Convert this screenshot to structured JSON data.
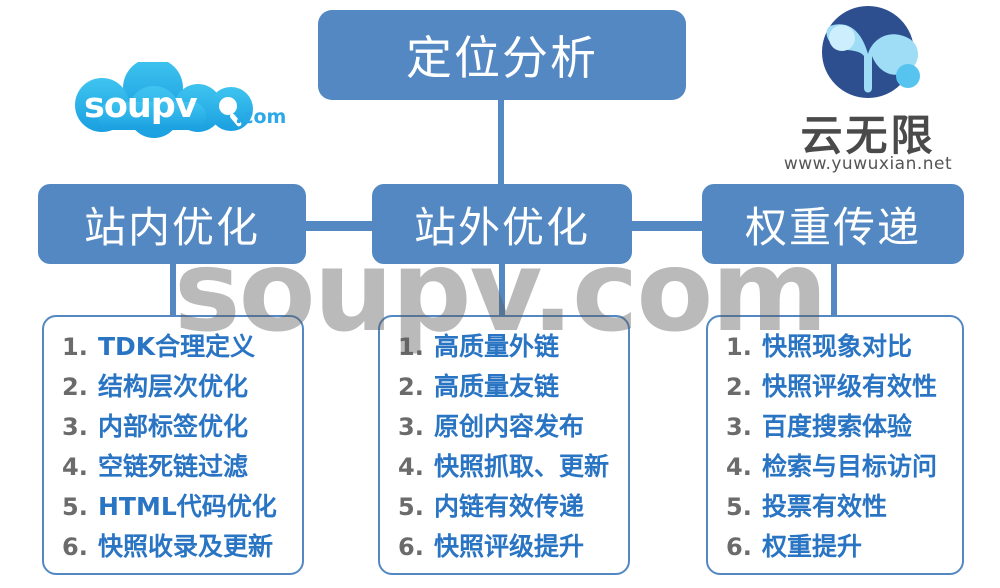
{
  "diagram": {
    "root": {
      "label": "定位分析"
    },
    "branches": [
      {
        "label": "站内优化"
      },
      {
        "label": "站外优化"
      },
      {
        "label": "权重传递"
      }
    ],
    "columns": [
      {
        "title": "站内优化",
        "items": [
          {
            "num": "1.",
            "text": "TDK合理定义"
          },
          {
            "num": "2.",
            "text": "结构层次优化"
          },
          {
            "num": "3.",
            "text": "内部标签优化"
          },
          {
            "num": "4.",
            "text": "空链死链过滤"
          },
          {
            "num": "5.",
            "text": "HTML代码优化"
          },
          {
            "num": "6.",
            "text": "快照收录及更新"
          }
        ]
      },
      {
        "title": "站外优化",
        "items": [
          {
            "num": "1.",
            "text": "高质量外链"
          },
          {
            "num": "2.",
            "text": "高质量友链"
          },
          {
            "num": "3.",
            "text": "原创内容发布"
          },
          {
            "num": "4.",
            "text": "快照抓取、更新"
          },
          {
            "num": "5.",
            "text": "内链有效传递"
          },
          {
            "num": "6.",
            "text": "快照评级提升"
          }
        ]
      },
      {
        "title": "权重传递",
        "items": [
          {
            "num": "1.",
            "text": "快照现象对比"
          },
          {
            "num": "2.",
            "text": "快照评级有效性"
          },
          {
            "num": "3.",
            "text": "百度搜索体验"
          },
          {
            "num": "4.",
            "text": "检索与目标访问"
          },
          {
            "num": "5.",
            "text": "投票有效性"
          },
          {
            "num": "6.",
            "text": "权重提升"
          }
        ]
      }
    ]
  },
  "watermark": {
    "text": "soupv.com"
  },
  "logo_left": {
    "wordmark": "soupv",
    "suffix": ".com",
    "cloud_color": "#31b6ec",
    "accent_color": "#2aa8e8"
  },
  "logo_right": {
    "name": "云无限",
    "url": "www.yuwuxian.net",
    "mark_dark": "#2e4f8f",
    "mark_light": "#8fd4f2"
  },
  "colors": {
    "box_blue": "#5488c2",
    "card_border": "#5488c2",
    "item_text": "#2a74c4",
    "item_number": "#6b6b6b",
    "background": "#ffffff"
  }
}
